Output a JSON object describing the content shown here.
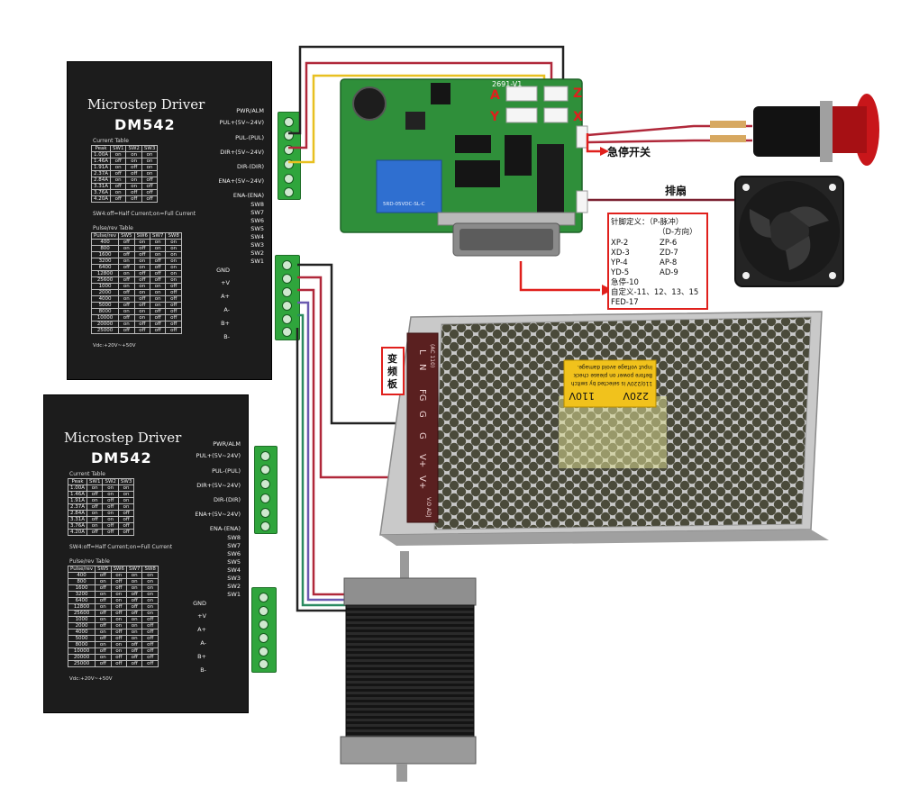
{
  "drivers": [
    {
      "title": "Microstep Driver",
      "model": "DM542",
      "pins_top": [
        "PWR/ALM",
        "PUL+(5V~24V)",
        "PUL-(PUL)",
        "DIR+(5V~24V)",
        "DIR-(DIR)",
        "ENA+(5V~24V)",
        "ENA-(ENA)"
      ],
      "switches": [
        "SW8",
        "SW7",
        "SW6",
        "SW5",
        "SW4",
        "SW3",
        "SW2",
        "SW1"
      ],
      "pins_bottom": [
        "GND",
        "+V",
        "A+",
        "A-",
        "B+",
        "B-"
      ],
      "current_caption": "Current Table",
      "current_headers": [
        "Peak",
        "SW1",
        "SW2",
        "SW3"
      ],
      "current_rows": [
        [
          "1.00A",
          "on",
          "on",
          "on"
        ],
        [
          "1.46A",
          "off",
          "on",
          "on"
        ],
        [
          "1.91A",
          "on",
          "off",
          "on"
        ],
        [
          "2.37A",
          "off",
          "off",
          "on"
        ],
        [
          "2.84A",
          "on",
          "on",
          "off"
        ],
        [
          "3.31A",
          "off",
          "on",
          "off"
        ],
        [
          "3.76A",
          "on",
          "off",
          "off"
        ],
        [
          "4.20A",
          "off",
          "off",
          "off"
        ]
      ],
      "sw4_note": "SW4:off=Half Current;on=Full Current",
      "pulse_caption": "Pulse/rev Table",
      "pulse_headers": [
        "Pulse/rev",
        "SW5",
        "SW6",
        "SW7",
        "SW8"
      ],
      "pulse_rows": [
        [
          "400",
          "off",
          "on",
          "on",
          "on"
        ],
        [
          "800",
          "on",
          "off",
          "on",
          "on"
        ],
        [
          "1600",
          "off",
          "off",
          "on",
          "on"
        ],
        [
          "3200",
          "on",
          "on",
          "off",
          "on"
        ],
        [
          "6400",
          "off",
          "on",
          "off",
          "on"
        ],
        [
          "12800",
          "on",
          "off",
          "off",
          "on"
        ],
        [
          "25600",
          "off",
          "off",
          "off",
          "on"
        ],
        [
          "1000",
          "on",
          "on",
          "on",
          "off"
        ],
        [
          "2000",
          "off",
          "on",
          "on",
          "off"
        ],
        [
          "4000",
          "on",
          "off",
          "on",
          "off"
        ],
        [
          "5000",
          "off",
          "off",
          "on",
          "off"
        ],
        [
          "8000",
          "on",
          "on",
          "off",
          "off"
        ],
        [
          "10000",
          "off",
          "on",
          "off",
          "off"
        ],
        [
          "20000",
          "on",
          "off",
          "off",
          "off"
        ],
        [
          "25000",
          "off",
          "off",
          "off",
          "off"
        ]
      ],
      "vdc": "Vdc:+20V~+50V"
    },
    {
      "title": "Microstep Driver",
      "model": "DM542",
      "pins_top": [
        "PWR/ALM",
        "PUL+(5V~24V)",
        "PUL-(PUL)",
        "DIR+(5V~24V)",
        "DIR-(DIR)",
        "ENA+(5V~24V)",
        "ENA-(ENA)"
      ],
      "switches": [
        "SW8",
        "SW7",
        "SW6",
        "SW5",
        "SW4",
        "SW3",
        "SW2",
        "SW1"
      ],
      "pins_bottom": [
        "GND",
        "+V",
        "A+",
        "A-",
        "B+",
        "B-"
      ],
      "current_caption": "Current Table",
      "current_headers": [
        "Peak",
        "SW1",
        "SW2",
        "SW3"
      ],
      "current_rows": [
        [
          "1.00A",
          "on",
          "on",
          "on"
        ],
        [
          "1.46A",
          "off",
          "on",
          "on"
        ],
        [
          "1.91A",
          "on",
          "off",
          "on"
        ],
        [
          "2.37A",
          "off",
          "off",
          "on"
        ],
        [
          "2.84A",
          "on",
          "on",
          "off"
        ],
        [
          "3.31A",
          "off",
          "on",
          "off"
        ],
        [
          "3.76A",
          "on",
          "off",
          "off"
        ],
        [
          "4.20A",
          "off",
          "off",
          "off"
        ]
      ],
      "sw4_note": "SW4:off=Half Current;on=Full Current",
      "pulse_caption": "Pulse/rev Table",
      "pulse_headers": [
        "Pulse/rev",
        "SW5",
        "SW6",
        "SW7",
        "SW8"
      ],
      "pulse_rows": [
        [
          "400",
          "off",
          "on",
          "on",
          "on"
        ],
        [
          "800",
          "on",
          "off",
          "on",
          "on"
        ],
        [
          "1600",
          "off",
          "off",
          "on",
          "on"
        ],
        [
          "3200",
          "on",
          "on",
          "off",
          "on"
        ],
        [
          "6400",
          "off",
          "on",
          "off",
          "on"
        ],
        [
          "12800",
          "on",
          "off",
          "off",
          "on"
        ],
        [
          "25600",
          "off",
          "off",
          "off",
          "on"
        ],
        [
          "1000",
          "on",
          "on",
          "on",
          "off"
        ],
        [
          "2000",
          "off",
          "on",
          "on",
          "off"
        ],
        [
          "4000",
          "on",
          "off",
          "on",
          "off"
        ],
        [
          "5000",
          "off",
          "off",
          "on",
          "off"
        ],
        [
          "8000",
          "on",
          "on",
          "off",
          "off"
        ],
        [
          "10000",
          "off",
          "on",
          "off",
          "off"
        ],
        [
          "20000",
          "on",
          "off",
          "off",
          "off"
        ],
        [
          "25000",
          "off",
          "off",
          "off",
          "off"
        ]
      ],
      "vdc": "Vdc:+20V~+50V"
    }
  ],
  "board": {
    "axis_letters": [
      "A",
      "Z",
      "Y",
      "X"
    ],
    "pcb_code": "2691-V1",
    "relay_text": "5RD-05VDC-SL-C"
  },
  "labels": {
    "estop": "急停开关",
    "fan": "排扇",
    "inverter": [
      "变",
      "频",
      "板"
    ]
  },
  "pin_def": {
    "title": "针脚定义：（P-脉冲）",
    "subtitle": "（D-方向）",
    "left": [
      "XP-2",
      "XD-3",
      "YP-4",
      "YD-5"
    ],
    "right": [
      "ZP-6",
      "ZD-7",
      "AP-8",
      "AD-9"
    ],
    "extra": [
      "急停-10",
      "自定义-11、12、13、15",
      "FED-17"
    ]
  },
  "psu": {
    "terminals": [
      "L",
      "N",
      "FG",
      "G",
      "G",
      "V+",
      "V+"
    ],
    "ac_label": "(AC 110)",
    "adj_label": "V.O ADJ",
    "switch_220": "220V",
    "switch_110": "110V",
    "warning_lines": [
      "110/220V is selected by switch",
      "Before power on please check",
      "input voltage avoid damage."
    ]
  },
  "colors": {
    "driver_body": "#1c1c1c",
    "terminal_green": "#2fa53c",
    "pcb_green": "#2f8f3a",
    "red_annotation": "#e0201c",
    "wire_red": "#b0283a",
    "wire_yellow": "#e8c020",
    "wire_black": "#222222",
    "psu_metal": "#c9c9c9",
    "estop_red": "#c8161a"
  }
}
